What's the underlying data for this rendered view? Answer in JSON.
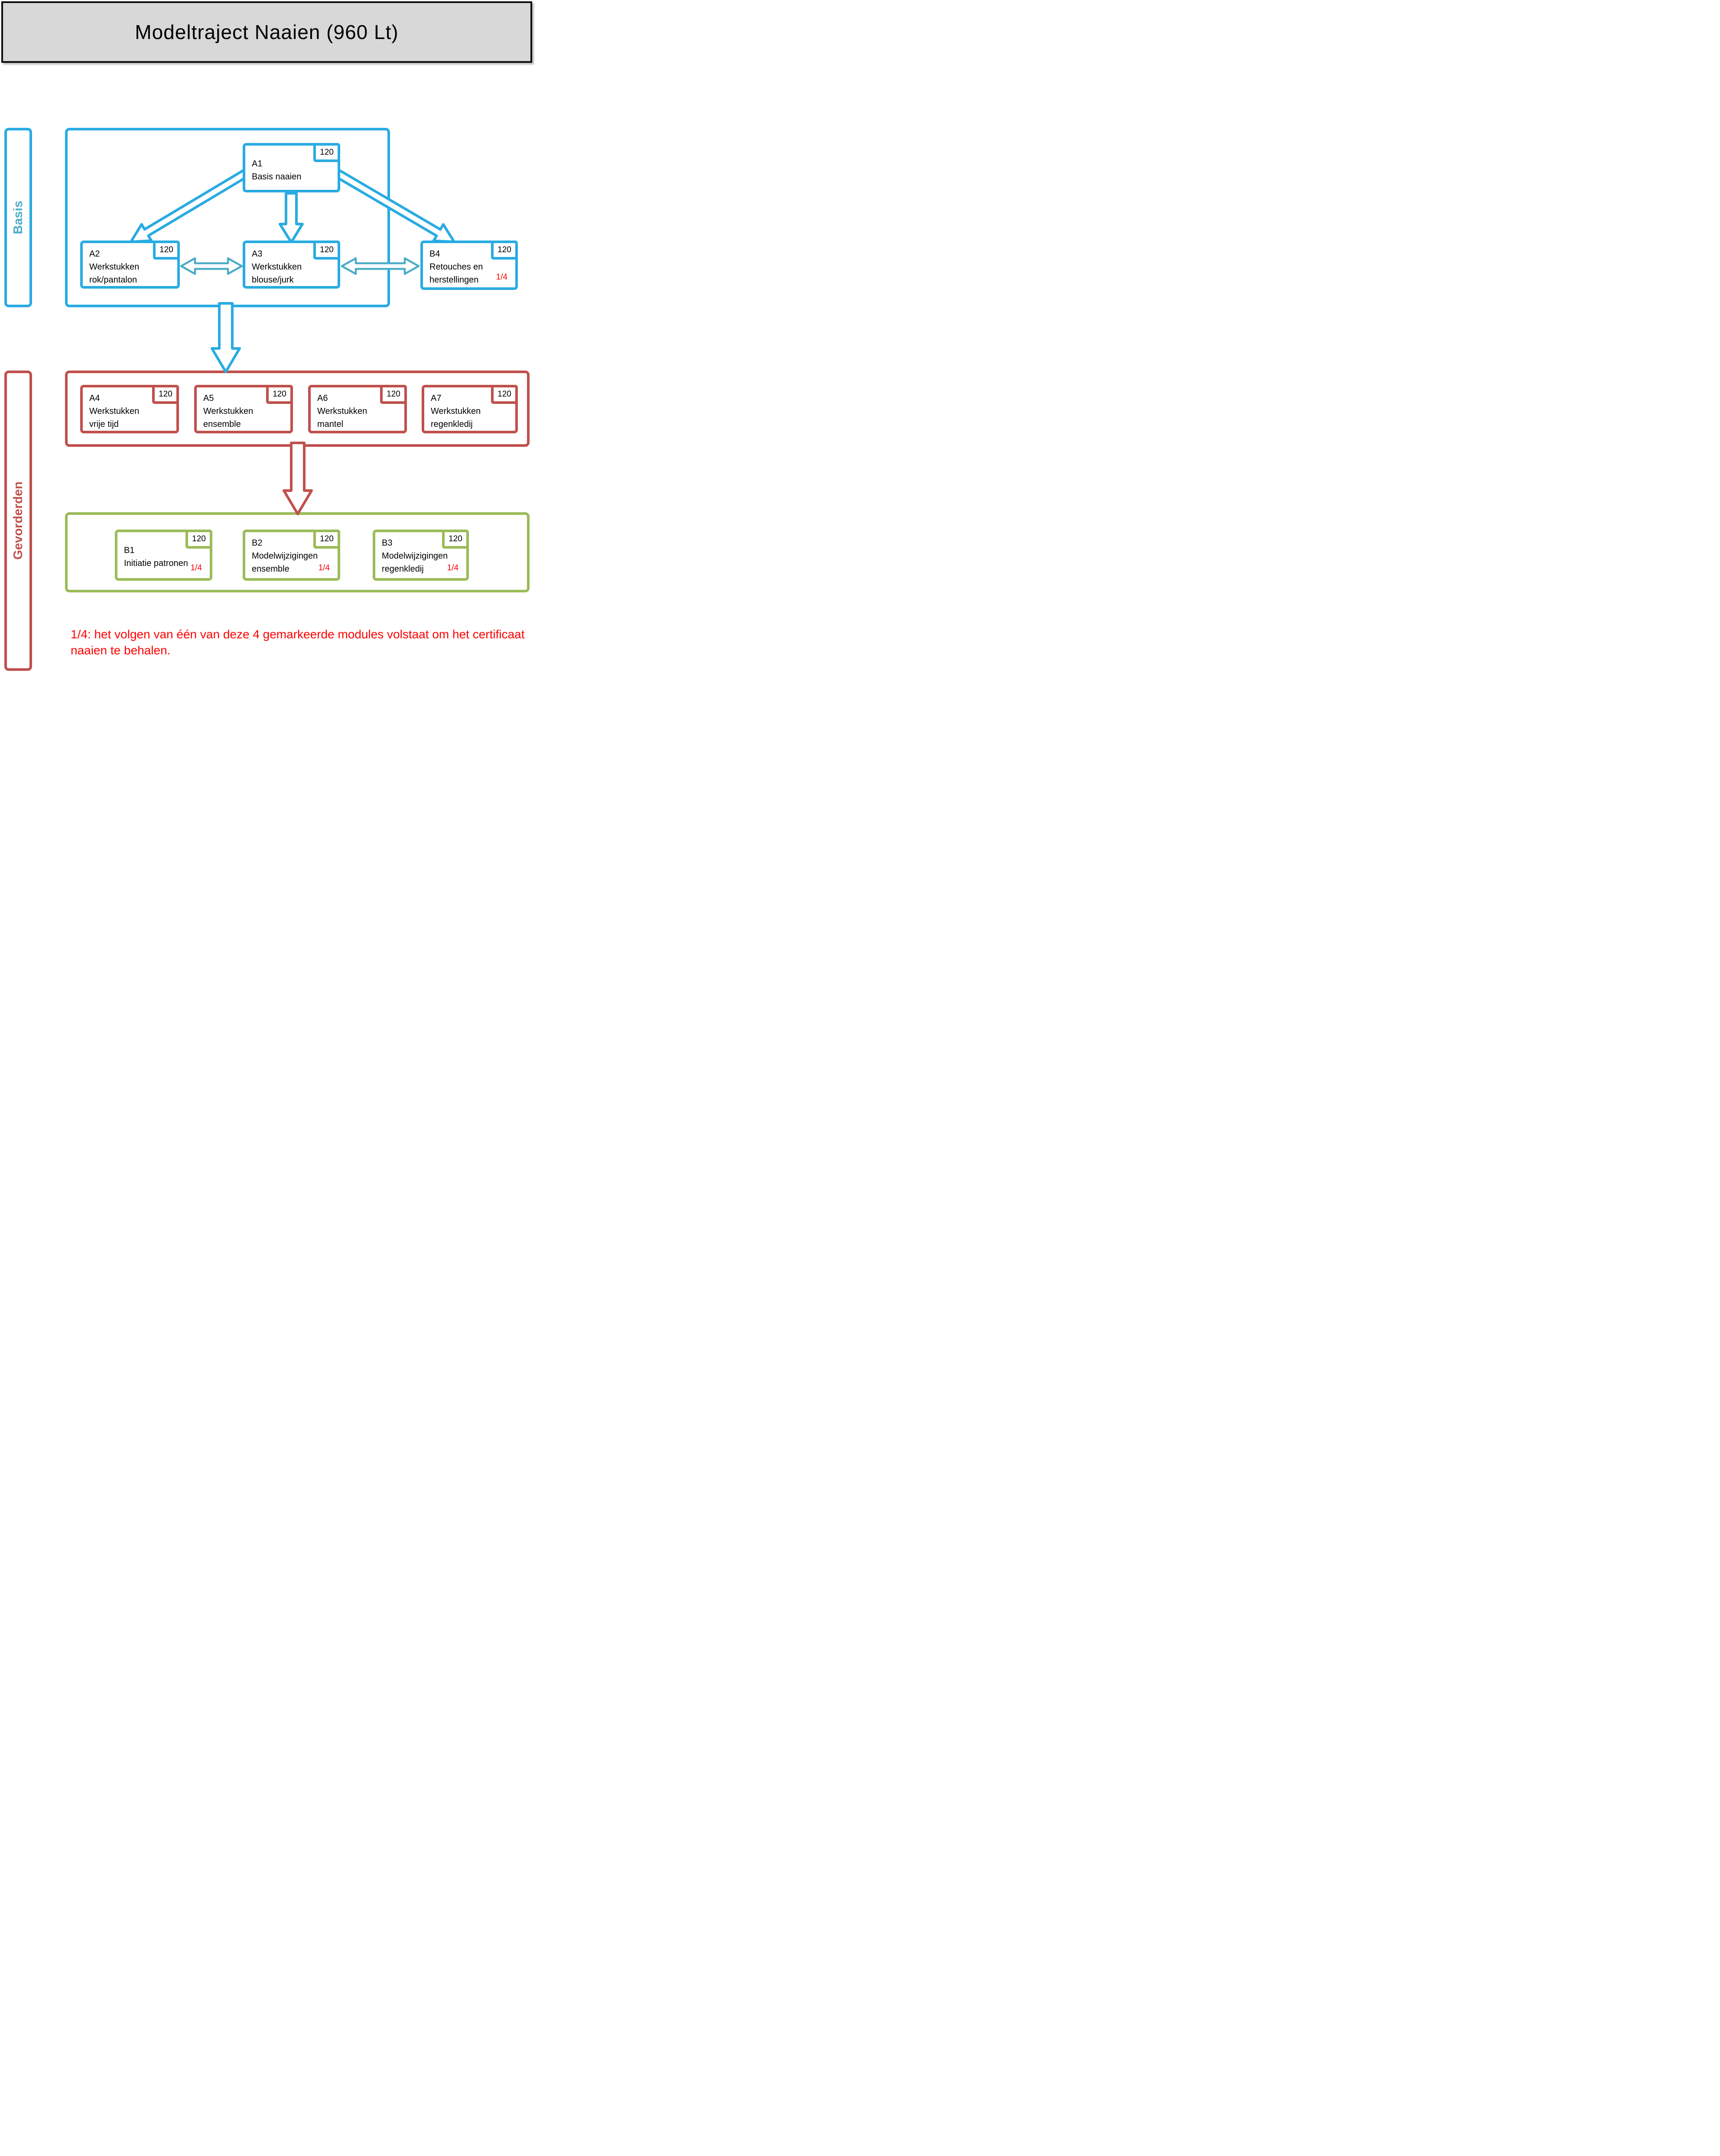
{
  "title": "Modeltraject Naaien (960 Lt)",
  "tracks": {
    "basis": {
      "label": "Basis"
    },
    "gevorderden": {
      "label": "Gevorderden"
    }
  },
  "modules": {
    "a1": {
      "code": "A1",
      "name": "Basis naaien",
      "hours": "120"
    },
    "a2": {
      "code": "A2",
      "name": "Werkstukken\nrok/pantalon",
      "hours": "120"
    },
    "a3": {
      "code": "A3",
      "name": "Werkstukken\nblouse/jurk",
      "hours": "120"
    },
    "b4": {
      "code": "B4",
      "name": "Retouches en\nherstellingen",
      "hours": "120",
      "marker": "1/4"
    },
    "a4": {
      "code": "A4",
      "name": "Werkstukken\nvrije tijd",
      "hours": "120"
    },
    "a5": {
      "code": "A5",
      "name": "Werkstukken\nensemble",
      "hours": "120"
    },
    "a6": {
      "code": "A6",
      "name": "Werkstukken\nmantel",
      "hours": "120"
    },
    "a7": {
      "code": "A7",
      "name": "Werkstukken\nregenkledij",
      "hours": "120"
    },
    "b1": {
      "code": "B1",
      "name": "Initiatie patronen",
      "hours": "120",
      "marker": "1/4"
    },
    "b2": {
      "code": "B2",
      "name": "Modelwijzigingen\nensemble",
      "hours": "120",
      "marker": "1/4"
    },
    "b3": {
      "code": "B3",
      "name": "Modelwijzigingen\nregenkledij",
      "hours": "120",
      "marker": "1/4"
    }
  },
  "note": "1/4: het volgen van één van deze 4 gemarkeerde modules volstaat om het certificaat naaien te behalen.",
  "colors": {
    "blue": "#29ABE2",
    "teal": "#4BACC6",
    "red": "#C0504D",
    "green": "#9BBB59",
    "marker": "#FF0000",
    "title_bg": "#D8D8D8"
  }
}
